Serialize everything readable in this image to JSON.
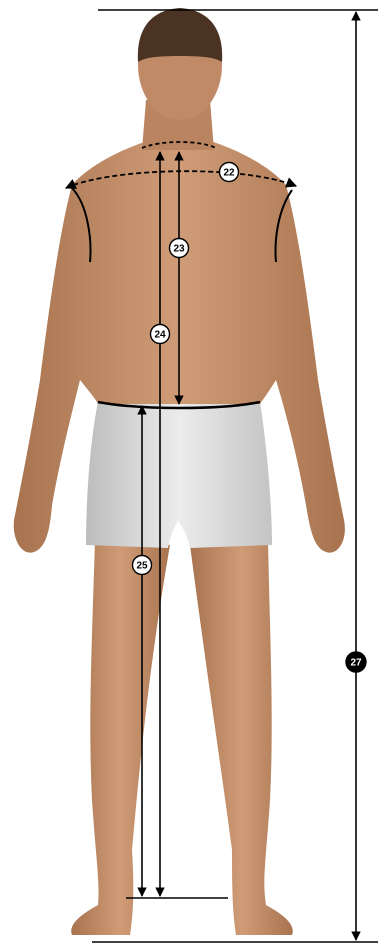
{
  "diagram": {
    "colors": {
      "background": "#ffffff",
      "skin": "#c8946f",
      "skin_shadow": "#a8734f",
      "hair": "#4a3322",
      "shorts": "#e2e2e2",
      "shorts_shadow": "#bdbdbd",
      "line": "#000000",
      "badge_fill": "#ffffff",
      "badge_fill_dark": "#000000"
    },
    "measurements": [
      {
        "id": "22",
        "label": "22",
        "style": "light"
      },
      {
        "id": "23",
        "label": "23",
        "style": "light"
      },
      {
        "id": "24",
        "label": "24",
        "style": "light"
      },
      {
        "id": "25",
        "label": "25",
        "style": "light"
      },
      {
        "id": "27",
        "label": "27",
        "style": "dark"
      }
    ]
  }
}
